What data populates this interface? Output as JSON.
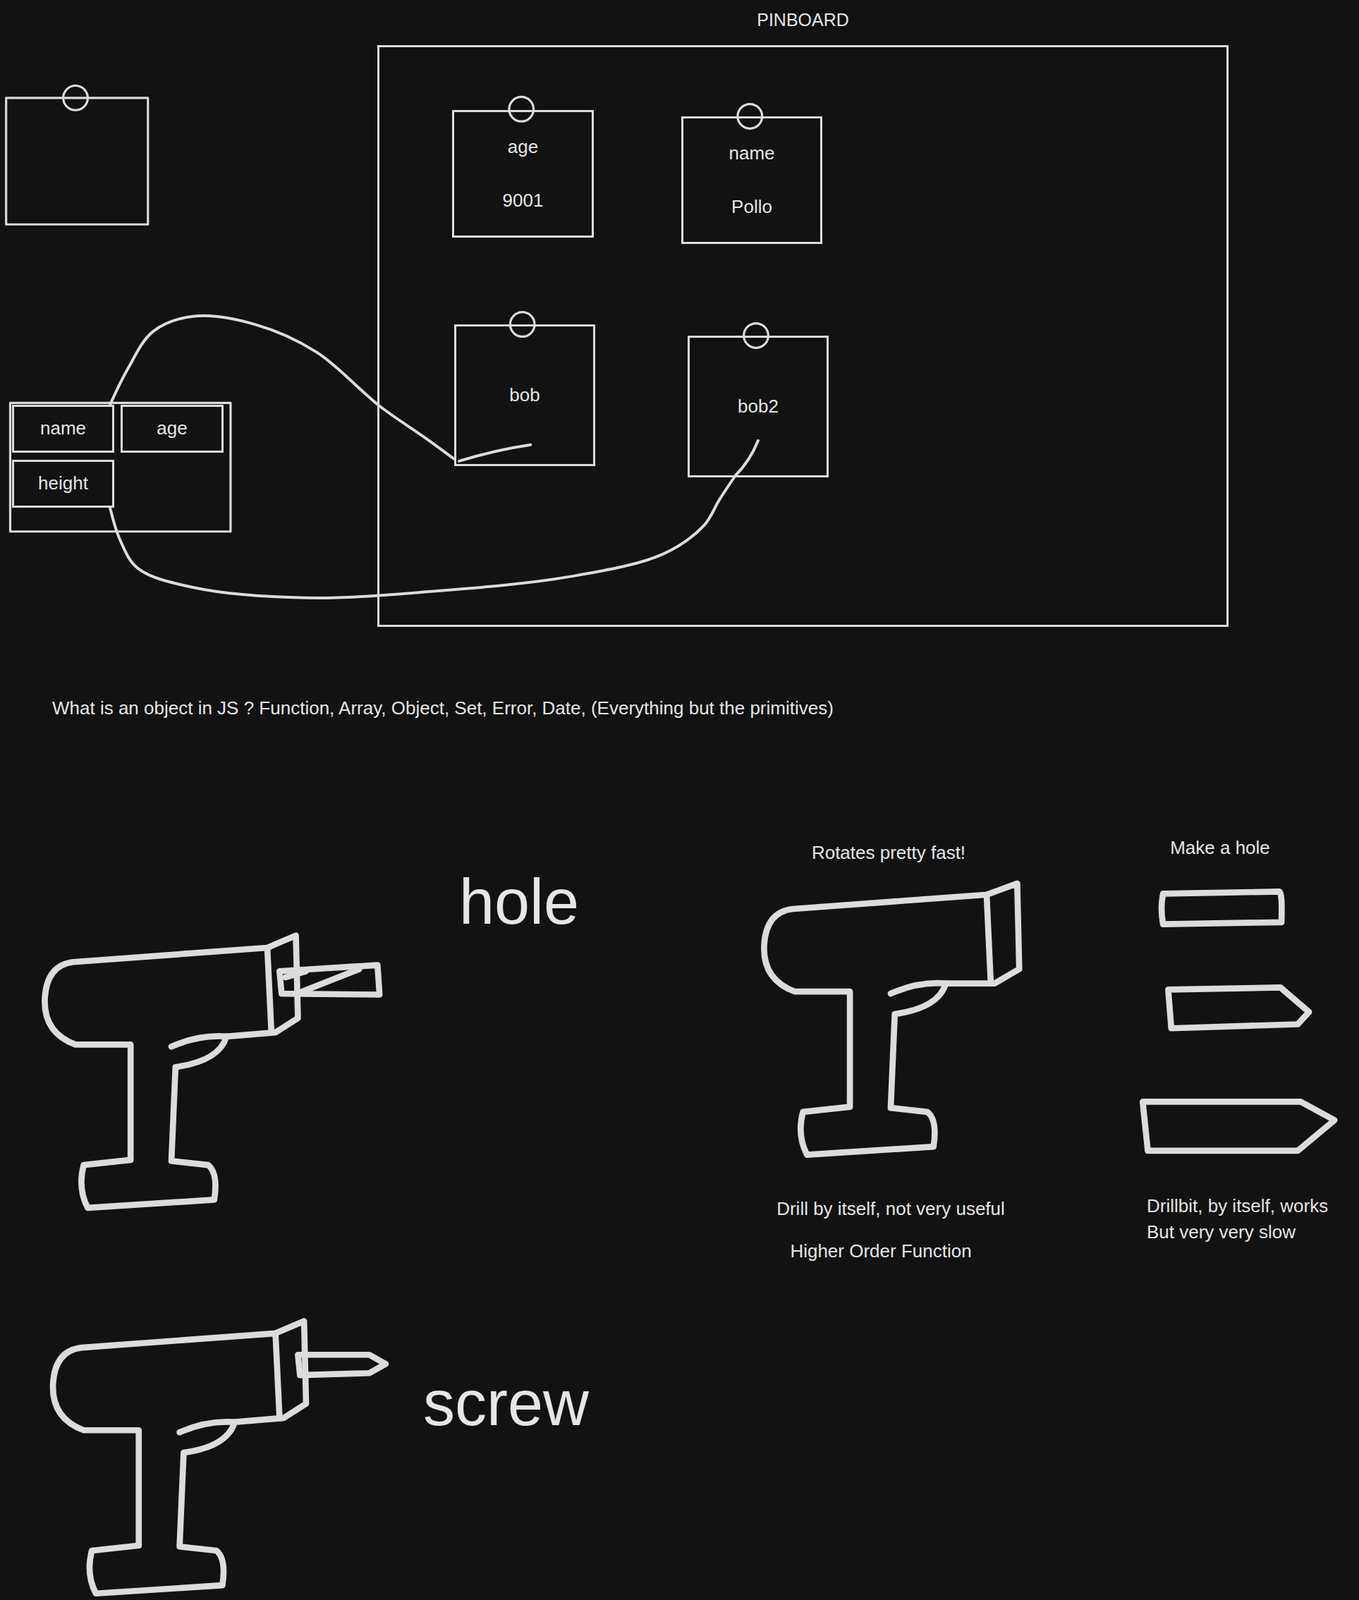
{
  "diagram": {
    "nodes": [
      {
        "text": [
          "PINBOARD"
        ]
      },
      {
        "text": [
          "age",
          "9001"
        ],
        "in": 0
      },
      {
        "text": [
          "name",
          "Pollo"
        ],
        "in": 0
      },
      {
        "text": [
          "bob"
        ],
        "in": 0
      },
      {
        "text": [
          "bob2"
        ],
        "in": 0
      },
      {
        "text": [
          "name"
        ]
      },
      {
        "text": [
          "age"
        ]
      },
      {
        "text": [
          "height"
        ]
      }
    ],
    "edges": [
      {
        "from": 3,
        "to": 5,
        "arrow": "none"
      },
      {
        "from": 4,
        "to": 7,
        "arrow": "none"
      }
    ],
    "labels": [
      "What is an object in JS ? Function, Array, Object, Set, Error, Date, (Everything but the primitives)",
      "Make a hole",
      "Rotates pretty fast!",
      "hole",
      "Drillbit, by itself, works But very very slow",
      "Drill by itself, not very useful",
      "Higher Order Function",
      "screw"
    ]
  }
}
